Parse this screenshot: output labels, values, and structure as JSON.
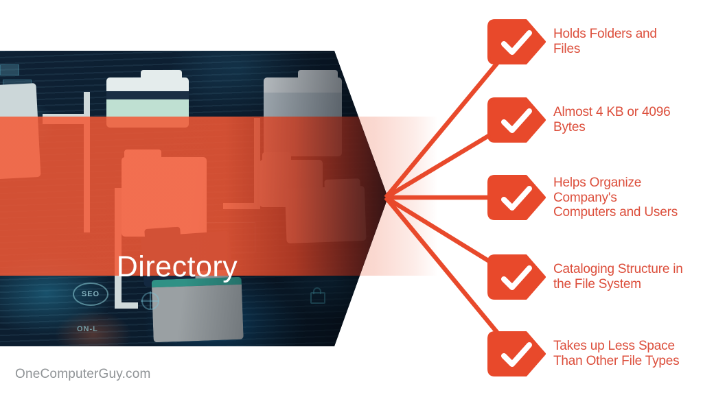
{
  "hero": {
    "title": "Directory",
    "photo_labels": [
      "SEO",
      "ON-L"
    ]
  },
  "checklist": [
    {
      "label": "Holds Folders and Files",
      "lines": [
        "Holds Folders and",
        "Files"
      ]
    },
    {
      "label": "Almost 4 KB or 4096 Bytes",
      "lines": [
        "Almost 4 KB or 4096",
        "Bytes"
      ]
    },
    {
      "label": "Helps Organize Company's Computers and Users",
      "lines": [
        "Helps Organize",
        "Company's",
        "Computers and Users"
      ]
    },
    {
      "label": "Cataloging Structure in the File System",
      "lines": [
        "Cataloging Structure in",
        "the File System"
      ]
    },
    {
      "label": "Takes up Less Space Than Other File Types",
      "lines": [
        "Takes up Less Space",
        "Than Other File Types"
      ]
    }
  ],
  "footer": {
    "website": "OneComputerGuy.com"
  },
  "colors": {
    "accent_shape": "#E8492B",
    "accent_text": "#DC4E3B",
    "band_orange": "#E85338",
    "photo_background": "#0C1E30",
    "footer_text": "#8F9396"
  }
}
